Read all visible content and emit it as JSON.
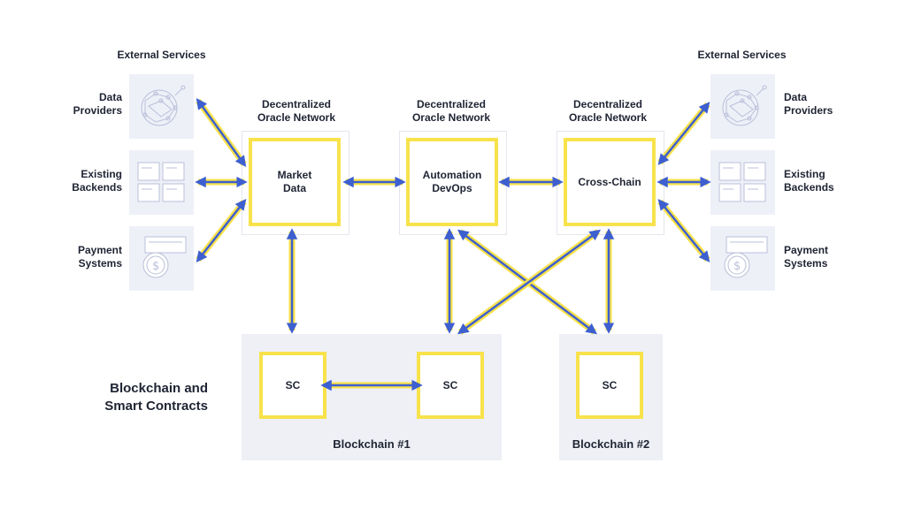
{
  "external_services": {
    "left_header": "External Services",
    "right_header": "External Services",
    "items": [
      {
        "label_line1": "Data",
        "label_line2": "Providers",
        "icon": "globe-network-icon"
      },
      {
        "label_line1": "Existing",
        "label_line2": "Backends",
        "icon": "server-rack-icon"
      },
      {
        "label_line1": "Payment",
        "label_line2": "Systems",
        "icon": "payment-coin-icon"
      }
    ]
  },
  "oracle_networks": [
    {
      "header_line1": "Decentralized",
      "header_line2": "Oracle Network",
      "title_line1": "Market",
      "title_line2": "Data"
    },
    {
      "header_line1": "Decentralized",
      "header_line2": "Oracle Network",
      "title_line1": "Automation",
      "title_line2": "DevOps"
    },
    {
      "header_line1": "Decentralized",
      "header_line2": "Oracle Network",
      "title_line1": "Cross-Chain",
      "title_line2": ""
    }
  ],
  "blockchains": {
    "section_title_line1": "Blockchain and",
    "section_title_line2": "Smart Contracts",
    "chain1_label": "Blockchain #1",
    "chain2_label": "Blockchain #2",
    "sc_label": "SC"
  },
  "colors": {
    "arrow_blue": "#3d5fd0",
    "arrow_yellow": "#f8e24b",
    "box_yellow": "#f8e24b",
    "tile_bg": "#eef0f8",
    "text": "#1f2433"
  }
}
